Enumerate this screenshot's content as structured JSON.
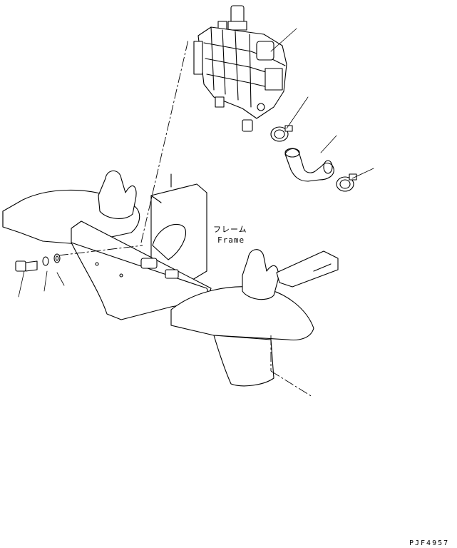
{
  "labels": {
    "frame_jp": "フレーム",
    "frame_en": "Frame",
    "drawing_code": "PJF4957"
  },
  "colors": {
    "line": "#000000",
    "background": "#ffffff"
  }
}
